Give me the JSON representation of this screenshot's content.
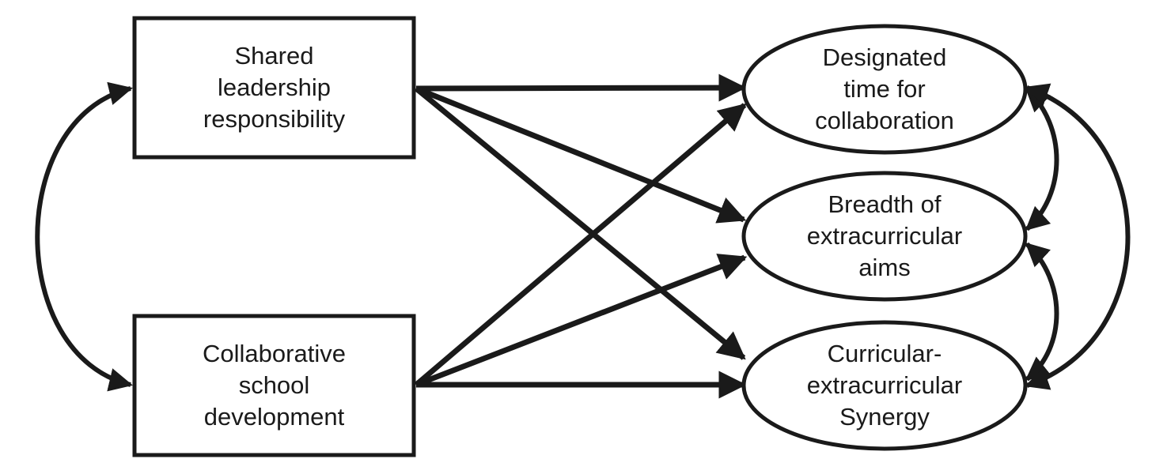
{
  "diagram": {
    "type": "path-diagram",
    "stroke_color": "#1a1a1a",
    "background": "#ffffff",
    "predictors": [
      {
        "id": "slr",
        "shape": "rectangle",
        "label": "Shared\nleadership\nresponsibility"
      },
      {
        "id": "csd",
        "shape": "rectangle",
        "label": "Collaborative\nschool\ndevelopment"
      }
    ],
    "outcomes": [
      {
        "id": "dtc",
        "shape": "ellipse",
        "label": "Designated\ntime for\ncollaboration"
      },
      {
        "id": "bea",
        "shape": "ellipse",
        "label": "Breadth of\nextracurricular\naims"
      },
      {
        "id": "ces",
        "shape": "ellipse",
        "label": "Curricular-\nextracurricular\nSynergy"
      }
    ],
    "paths": [
      {
        "from": "slr",
        "to": "dtc"
      },
      {
        "from": "slr",
        "to": "bea"
      },
      {
        "from": "slr",
        "to": "ces"
      },
      {
        "from": "csd",
        "to": "dtc"
      },
      {
        "from": "csd",
        "to": "bea"
      },
      {
        "from": "csd",
        "to": "ces"
      }
    ],
    "covariances": [
      {
        "a": "slr",
        "b": "csd"
      },
      {
        "a": "dtc",
        "b": "bea"
      },
      {
        "a": "bea",
        "b": "ces"
      },
      {
        "a": "dtc",
        "b": "ces"
      }
    ]
  }
}
